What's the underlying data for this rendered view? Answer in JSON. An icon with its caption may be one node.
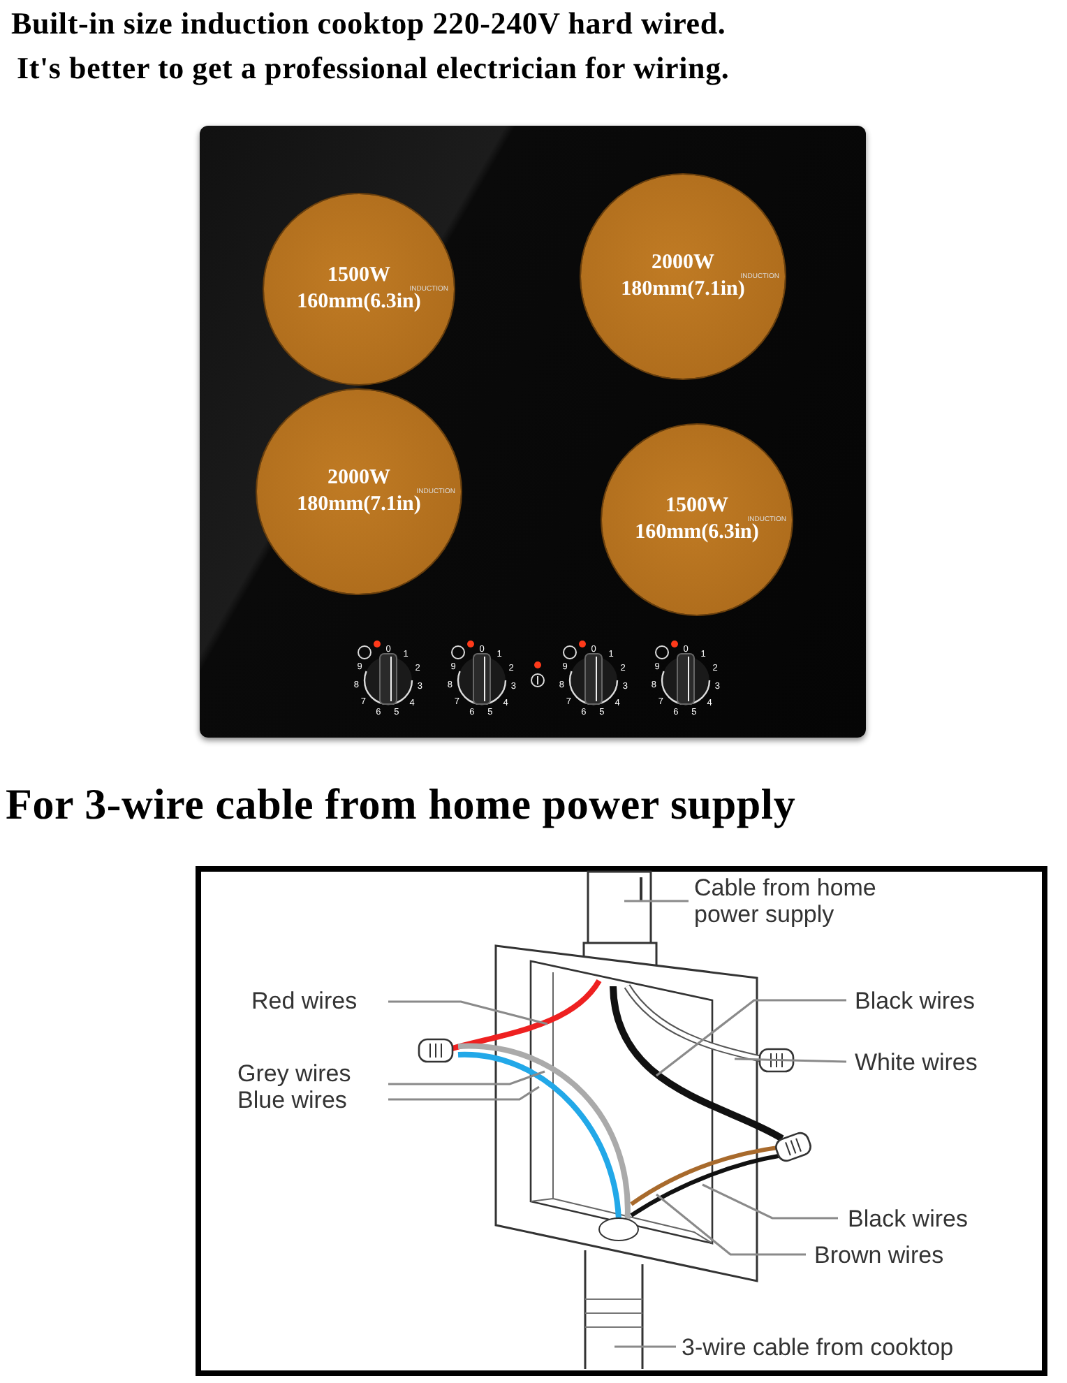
{
  "diagram": {
    "title": "Built-in size induction cooktop 220-240V hard wired.",
    "nodes": [
      {
        "text": [
          "1500W",
          "INDUCTION",
          "160mm(6.3in)"
        ]
      },
      {
        "text": [
          "2000W",
          "INDUCTION",
          "180mm(7.1in)"
        ]
      },
      {
        "text": [
          "2000W",
          "INDUCTION",
          "180mm(7.1in)"
        ]
      },
      {
        "text": [
          "1500W",
          "INDUCTION",
          "160mm(6.3in)"
        ]
      },
      {
        "text": [
          "Cable from home power supply"
        ]
      },
      {
        "text": [
          "Red wires"
        ]
      },
      {
        "text": [
          "Grey wires"
        ]
      },
      {
        "text": [
          "Blue wires"
        ]
      },
      {
        "text": [
          "Black wires"
        ]
      },
      {
        "text": [
          "White wires"
        ]
      },
      {
        "text": [
          "Black wires"
        ]
      },
      {
        "text": [
          "Brown wires"
        ]
      },
      {
        "text": [
          "3-wire cable from cooktop"
        ]
      }
    ],
    "edges": [
      {
        "from": 4,
        "to": null,
        "arrow": "none"
      },
      {
        "from": 5,
        "to": null,
        "arrow": "none"
      },
      {
        "from": 6,
        "to": null,
        "arrow": "none"
      },
      {
        "from": 7,
        "to": null,
        "arrow": "none"
      },
      {
        "from": 8,
        "to": null,
        "arrow": "none"
      },
      {
        "from": 9,
        "to": null,
        "arrow": "none"
      },
      {
        "from": 10,
        "to": null,
        "arrow": "none"
      },
      {
        "from": 11,
        "to": null,
        "arrow": "none"
      },
      {
        "from": 12,
        "to": null,
        "arrow": "none"
      }
    ],
    "labels": [
      "It's better to get a professional electrician for wiring.",
      "0",
      "1",
      "2",
      "3",
      "4",
      "5",
      "6",
      "7",
      "8",
      "9",
      "0",
      "1",
      "2",
      "3",
      "4",
      "5",
      "6",
      "7",
      "8",
      "9",
      "0",
      "1",
      "2",
      "3",
      "4",
      "5",
      "6",
      "7",
      "8",
      "9",
      "0",
      "1",
      "2",
      "3",
      "4",
      "5",
      "6",
      "7",
      "8",
      "9",
      "For 3-wire cable from home power supply"
    ]
  }
}
